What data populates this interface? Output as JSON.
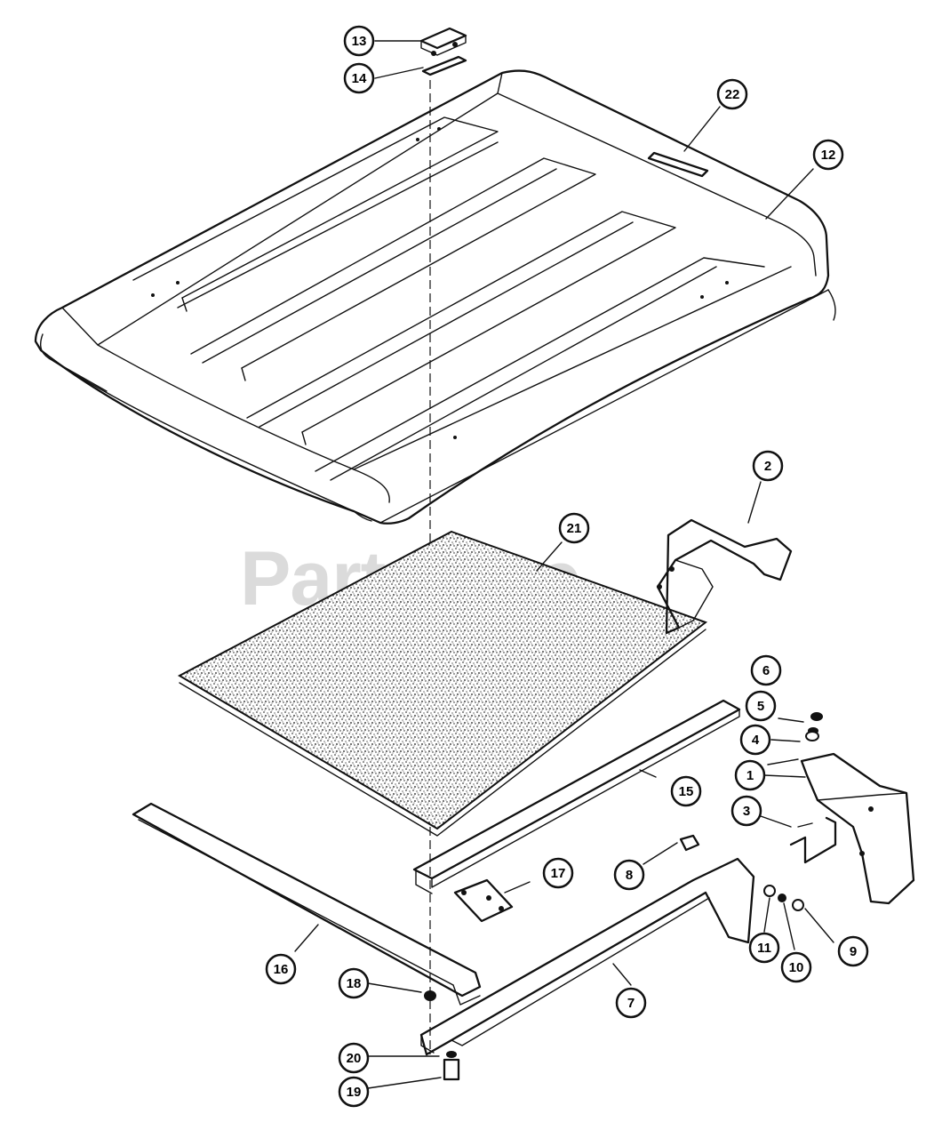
{
  "watermark": "PartsTree",
  "callouts": [
    {
      "id": "13",
      "label": "13"
    },
    {
      "id": "14",
      "label": "14"
    },
    {
      "id": "22",
      "label": "22"
    },
    {
      "id": "12",
      "label": "12"
    },
    {
      "id": "2",
      "label": "2"
    },
    {
      "id": "21",
      "label": "21"
    },
    {
      "id": "6",
      "label": "6"
    },
    {
      "id": "5",
      "label": "5"
    },
    {
      "id": "4",
      "label": "4"
    },
    {
      "id": "1",
      "label": "1"
    },
    {
      "id": "15",
      "label": "15"
    },
    {
      "id": "3",
      "label": "3"
    },
    {
      "id": "17",
      "label": "17"
    },
    {
      "id": "8",
      "label": "8"
    },
    {
      "id": "16",
      "label": "16"
    },
    {
      "id": "18",
      "label": "18"
    },
    {
      "id": "11",
      "label": "11"
    },
    {
      "id": "10",
      "label": "10"
    },
    {
      "id": "9",
      "label": "9"
    },
    {
      "id": "7",
      "label": "7"
    },
    {
      "id": "20",
      "label": "20"
    },
    {
      "id": "19",
      "label": "19"
    }
  ]
}
